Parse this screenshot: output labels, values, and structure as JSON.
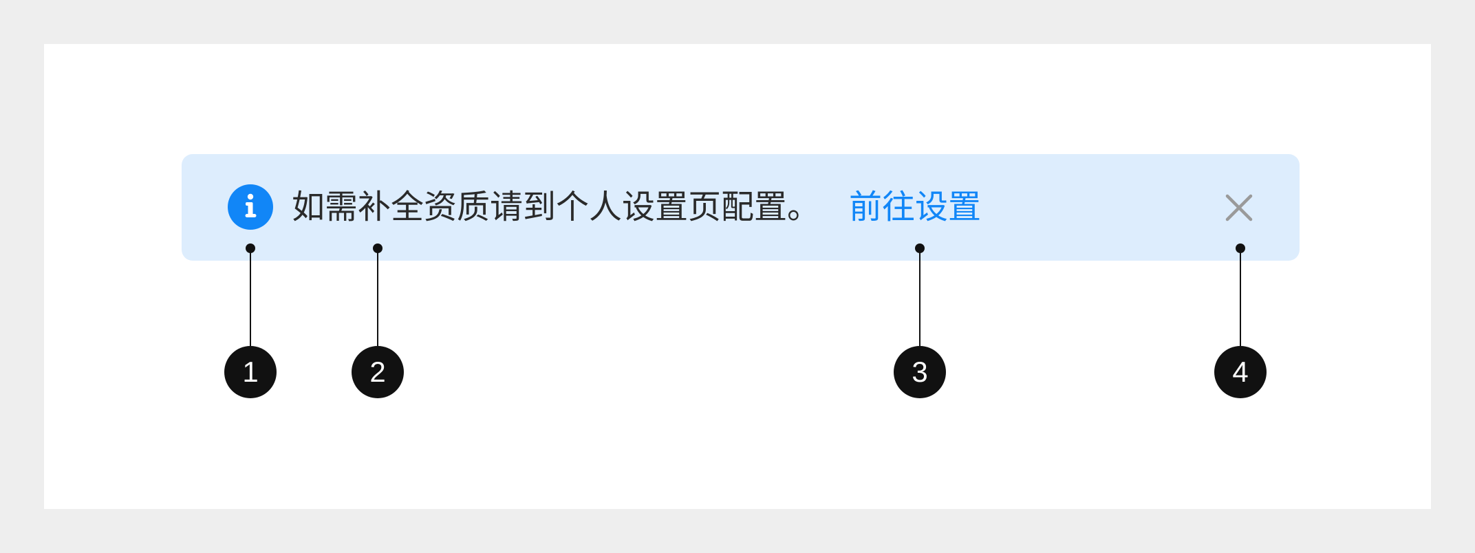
{
  "alert": {
    "icon": "info-icon",
    "message": "如需补全资质请到个人设置页配置。",
    "link_label": "前往设置",
    "close_icon": "close-icon",
    "background_color": "#ddedfd",
    "accent_color": "#1186f7",
    "text_color": "#2a2a2a"
  },
  "callouts": [
    {
      "label": "1"
    },
    {
      "label": "2"
    },
    {
      "label": "3"
    },
    {
      "label": "4"
    }
  ]
}
